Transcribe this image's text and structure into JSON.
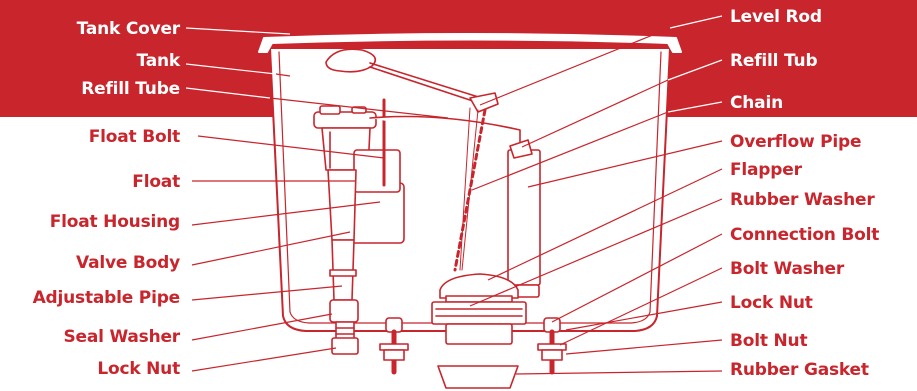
{
  "colors": {
    "brand_red": "#c8252c",
    "band_text": "#ffffff",
    "body_text": "#c8252c",
    "background": "#ffffff"
  },
  "labels": {
    "left": {
      "tank_cover": "Tank Cover",
      "tank": "Tank",
      "refill_tube": "Refill Tube",
      "float_bolt": "Float Bolt",
      "float": "Float",
      "float_housing": "Float Housing",
      "valve_body": "Valve Body",
      "adjustable_pipe": "Adjustable Pipe",
      "seal_washer": "Seal Washer",
      "lock_nut": "Lock Nut"
    },
    "right": {
      "level_rod": "Level Rod",
      "refill_tub": "Refill Tub",
      "chain": "Chain",
      "overflow_pipe": "Overflow Pipe",
      "flapper": "Flapper",
      "rubber_washer": "Rubber Washer",
      "connection_bolt": "Connection Bolt",
      "bolt_washer": "Bolt Washer",
      "lock_nut": "Lock Nut",
      "bolt_nut": "Bolt Nut",
      "rubber_gasket": "Rubber Gasket"
    }
  }
}
